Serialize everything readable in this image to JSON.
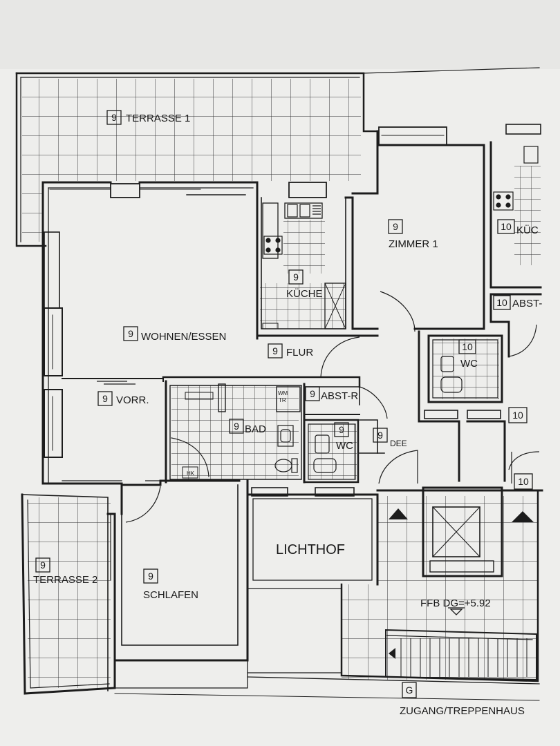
{
  "rooms": {
    "terrasse1": {
      "num": "9",
      "name": "TERRASSE 1"
    },
    "wohnen": {
      "num": "9",
      "name": "WOHNEN/ESSEN"
    },
    "kueche": {
      "num": "9",
      "name": "KÜCHE"
    },
    "zimmer1": {
      "num": "9",
      "name": "ZIMMER 1"
    },
    "kueche_neighbor": {
      "num": "10",
      "name": "KÜC"
    },
    "abst_neighbor": {
      "num": "10",
      "name": "ABST-"
    },
    "flur": {
      "num": "9",
      "name": "FLUR"
    },
    "wc_neighbor": {
      "num": "10",
      "name": "WC"
    },
    "vorr": {
      "num": "9",
      "name": "VORR."
    },
    "abstr": {
      "num": "9",
      "name": "ABST-R"
    },
    "bad": {
      "num": "9",
      "name": "BAD"
    },
    "wmtr": {
      "line1": "WM",
      "line2": "TR"
    },
    "wc": {
      "num": "9",
      "name": "WC"
    },
    "dee": {
      "num": "9",
      "name": "DEE"
    },
    "unit10_right": {
      "num": "10"
    },
    "unit10_lower": {
      "num": "10"
    },
    "lichthof": {
      "name": "LICHTHOF"
    },
    "terrasse2": {
      "num": "9",
      "name": "TERRASSE 2"
    },
    "schlafen": {
      "num": "9",
      "name": "SCHLAFEN"
    },
    "ffb": {
      "text": "FFB  DG=+5.92"
    },
    "zugang": {
      "num": "G",
      "name": "ZUGANG/TREPPENHAUS"
    },
    "hk": {
      "text": "HK"
    }
  }
}
